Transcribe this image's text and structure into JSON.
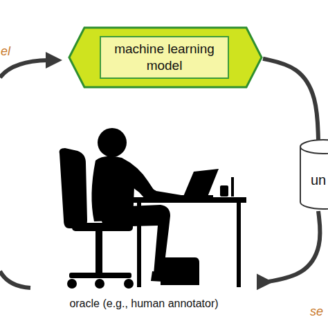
{
  "diagram": {
    "nodes": [
      {
        "text": [
          "machine learning model"
        ]
      },
      {
        "text": [
          "un"
        ]
      },
      {
        "text": [
          "oracle (e.g., human annotator)"
        ]
      }
    ],
    "edges": [
      {
        "from": 0,
        "to": 1,
        "arrow": "none"
      },
      {
        "from": 1,
        "to": 2,
        "arrow": "to"
      }
    ],
    "labels": [
      "el",
      "se"
    ]
  }
}
